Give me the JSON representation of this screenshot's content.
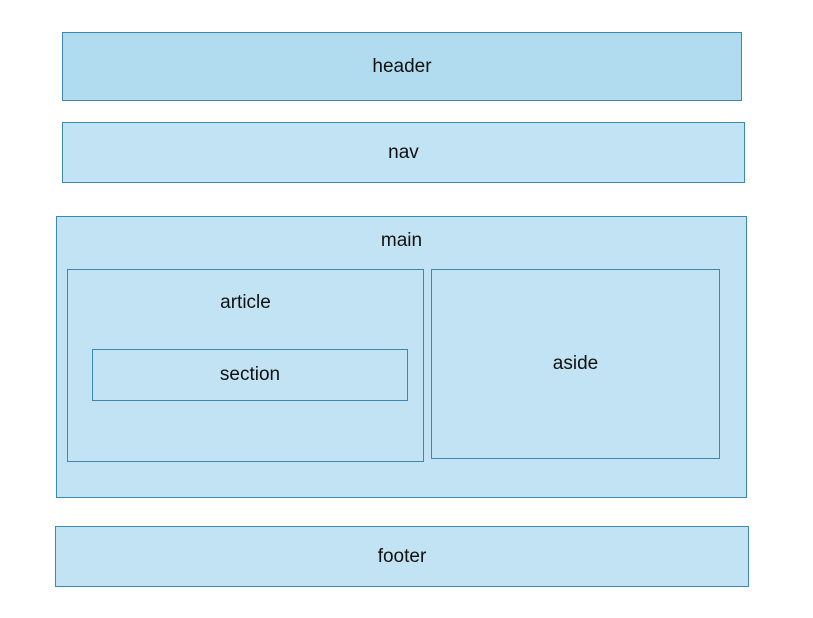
{
  "colors": {
    "header_fill": "#b1dcf0",
    "box_fill": "#c1e3f3",
    "border": "#3c88b0",
    "text": "#111111"
  },
  "diagram": {
    "header": {
      "label": "header"
    },
    "nav": {
      "label": "nav"
    },
    "main": {
      "label": "main",
      "article": {
        "label": "article",
        "section": {
          "label": "section"
        }
      },
      "aside": {
        "label": "aside"
      }
    },
    "footer": {
      "label": "footer"
    }
  }
}
